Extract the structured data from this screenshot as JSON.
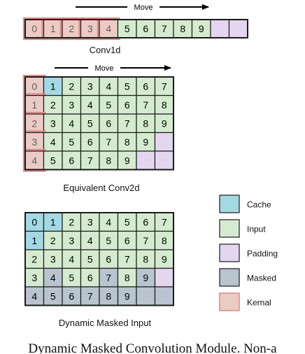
{
  "colors": {
    "cache": "#A3D9E4",
    "input": "#D5EBCF",
    "padding": "#E3D6EE",
    "masked": "#B8C4CF",
    "kernel_fill": "#EBCBC6",
    "kernel_edge": "#D98C86",
    "stroke": "#1a1a1a"
  },
  "conv1d": {
    "title": "Conv1d",
    "arrow_label": "Move",
    "cells": [
      {
        "text": "0",
        "kind": "kernel"
      },
      {
        "text": "1",
        "kind": "kernel"
      },
      {
        "text": "2",
        "kind": "kernel"
      },
      {
        "text": "3",
        "kind": "kernel"
      },
      {
        "text": "4",
        "kind": "kernel"
      },
      {
        "text": "5",
        "kind": "input"
      },
      {
        "text": "6",
        "kind": "input"
      },
      {
        "text": "7",
        "kind": "input"
      },
      {
        "text": "8",
        "kind": "input"
      },
      {
        "text": "9",
        "kind": "input"
      },
      {
        "text": "",
        "kind": "padding"
      },
      {
        "text": "",
        "kind": "padding"
      }
    ]
  },
  "conv2d": {
    "title": "Equivalent Conv2d",
    "arrow_label": "Move",
    "rows": [
      [
        {
          "t": "0",
          "k": "kernel"
        },
        {
          "t": "1",
          "k": "cache"
        },
        {
          "t": "2",
          "k": "input"
        },
        {
          "t": "3",
          "k": "input"
        },
        {
          "t": "4",
          "k": "input"
        },
        {
          "t": "5",
          "k": "input"
        },
        {
          "t": "6",
          "k": "input"
        },
        {
          "t": "7",
          "k": "input"
        }
      ],
      [
        {
          "t": "1",
          "k": "kernel"
        },
        {
          "t": "2",
          "k": "input"
        },
        {
          "t": "3",
          "k": "input"
        },
        {
          "t": "4",
          "k": "input"
        },
        {
          "t": "5",
          "k": "input"
        },
        {
          "t": "6",
          "k": "input"
        },
        {
          "t": "7",
          "k": "input"
        },
        {
          "t": "8",
          "k": "input"
        }
      ],
      [
        {
          "t": "2",
          "k": "kernel"
        },
        {
          "t": "3",
          "k": "input"
        },
        {
          "t": "4",
          "k": "input"
        },
        {
          "t": "5",
          "k": "input"
        },
        {
          "t": "6",
          "k": "input"
        },
        {
          "t": "7",
          "k": "input"
        },
        {
          "t": "8",
          "k": "input"
        },
        {
          "t": "9",
          "k": "input"
        }
      ],
      [
        {
          "t": "3",
          "k": "kernel"
        },
        {
          "t": "4",
          "k": "input"
        },
        {
          "t": "5",
          "k": "input"
        },
        {
          "t": "6",
          "k": "input"
        },
        {
          "t": "7",
          "k": "input"
        },
        {
          "t": "8",
          "k": "input"
        },
        {
          "t": "9",
          "k": "input"
        },
        {
          "t": "",
          "k": "padding"
        }
      ],
      [
        {
          "t": "4",
          "k": "kernel"
        },
        {
          "t": "5",
          "k": "input"
        },
        {
          "t": "6",
          "k": "input"
        },
        {
          "t": "7",
          "k": "input"
        },
        {
          "t": "8",
          "k": "input"
        },
        {
          "t": "9",
          "k": "input"
        },
        {
          "t": "",
          "k": "padding"
        },
        {
          "t": "",
          "k": "padding"
        }
      ]
    ]
  },
  "masked": {
    "title": "Dynamic Masked Input",
    "rows": [
      [
        {
          "t": "0",
          "k": "cache"
        },
        {
          "t": "1",
          "k": "cache"
        },
        {
          "t": "2",
          "k": "input"
        },
        {
          "t": "3",
          "k": "input"
        },
        {
          "t": "4",
          "k": "input"
        },
        {
          "t": "5",
          "k": "input"
        },
        {
          "t": "6",
          "k": "input"
        },
        {
          "t": "7",
          "k": "input"
        }
      ],
      [
        {
          "t": "1",
          "k": "cache"
        },
        {
          "t": "2",
          "k": "input"
        },
        {
          "t": "3",
          "k": "input"
        },
        {
          "t": "4",
          "k": "input"
        },
        {
          "t": "5",
          "k": "input"
        },
        {
          "t": "6",
          "k": "input"
        },
        {
          "t": "7",
          "k": "input"
        },
        {
          "t": "8",
          "k": "input"
        }
      ],
      [
        {
          "t": "2",
          "k": "input"
        },
        {
          "t": "3",
          "k": "input"
        },
        {
          "t": "4",
          "k": "input"
        },
        {
          "t": "5",
          "k": "input"
        },
        {
          "t": "6",
          "k": "input"
        },
        {
          "t": "7",
          "k": "input"
        },
        {
          "t": "8",
          "k": "input"
        },
        {
          "t": "9",
          "k": "input"
        }
      ],
      [
        {
          "t": "3",
          "k": "input"
        },
        {
          "t": "4",
          "k": "masked"
        },
        {
          "t": "5",
          "k": "input"
        },
        {
          "t": "6",
          "k": "input"
        },
        {
          "t": "7",
          "k": "masked"
        },
        {
          "t": "8",
          "k": "input"
        },
        {
          "t": "9",
          "k": "masked"
        },
        {
          "t": "",
          "k": "padding"
        }
      ],
      [
        {
          "t": "4",
          "k": "masked"
        },
        {
          "t": "5",
          "k": "masked"
        },
        {
          "t": "6",
          "k": "masked"
        },
        {
          "t": "7",
          "k": "masked"
        },
        {
          "t": "8",
          "k": "masked"
        },
        {
          "t": "9",
          "k": "masked"
        },
        {
          "t": "",
          "k": "masked"
        },
        {
          "t": "",
          "k": "masked"
        }
      ]
    ]
  },
  "legend": [
    {
      "label": "Cache",
      "kind": "cache"
    },
    {
      "label": "Input",
      "kind": "input"
    },
    {
      "label": "Padding",
      "kind": "padding"
    },
    {
      "label": "Masked",
      "kind": "masked"
    },
    {
      "label": "Kernal",
      "kind": "kernel"
    }
  ],
  "caption": "Dynamic Masked Convolution Module. Non-a"
}
